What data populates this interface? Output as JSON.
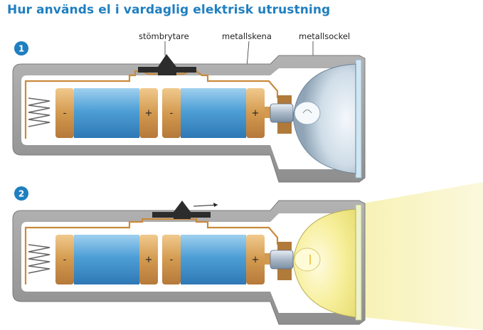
{
  "title": "Hur används el i vardaglig elektrisk utrustning",
  "labels": {
    "switch": "stömbrytare",
    "rail": "metallskena",
    "socket": "metallsockel"
  },
  "steps": [
    {
      "number": "1",
      "state": "off"
    },
    {
      "number": "2",
      "state": "on"
    }
  ],
  "battery_signs": {
    "minus": "-",
    "plus": "+"
  },
  "colors": {
    "title": "#1f7fc0",
    "badge": "#1f7fc0",
    "casing": "#8a8a8a",
    "battery_blue": "#5fa8d8",
    "battery_tan": "#d9a45a",
    "wire": "#c98a3e",
    "light_beam": "#f6f3c4"
  }
}
